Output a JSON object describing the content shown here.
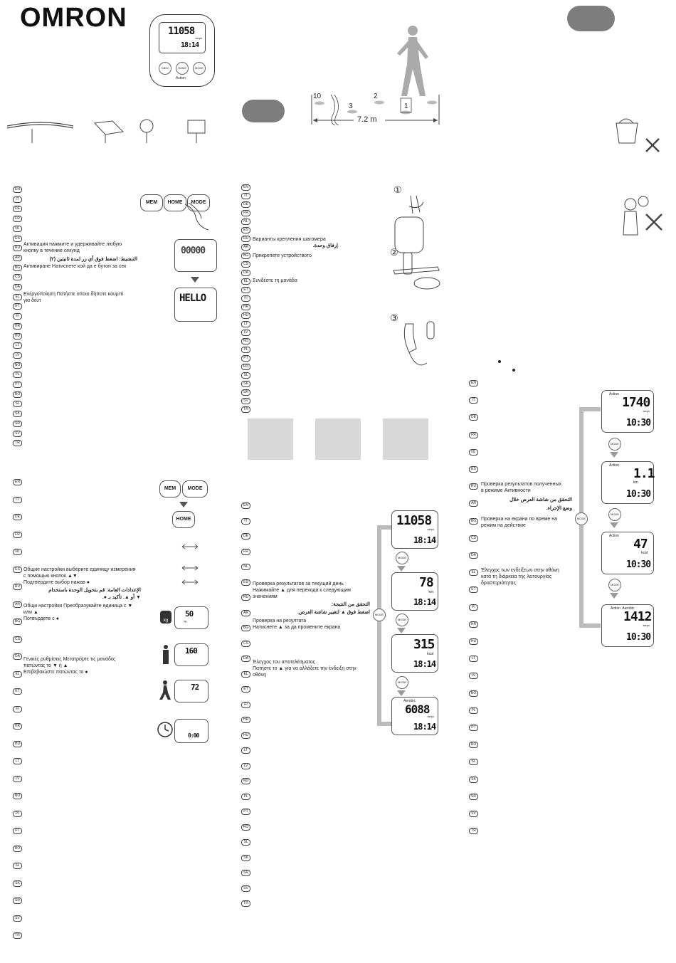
{
  "brand": "OMRON",
  "device": {
    "steps_value": "11058",
    "steps_unit": "steps",
    "time": "18:14",
    "btn_mem": "MEM",
    "btn_home": "HOME",
    "btn_mode": "MODE",
    "label_action": "Action"
  },
  "stride": {
    "markers": [
      "10",
      "3",
      "2",
      "1"
    ],
    "distance": "7.2 m"
  },
  "lang_codes": [
    "EN",
    "IT",
    "DE",
    "FR",
    "NL",
    "ES",
    "RU",
    "AR",
    "BG",
    "CS",
    "DA",
    "EL",
    "ET",
    "FI",
    "HR",
    "HU",
    "LT",
    "LV",
    "NO",
    "PL",
    "PT",
    "RO",
    "SL",
    "SK",
    "SR",
    "SV",
    "TR"
  ],
  "section1": {
    "ru": "Активация  нажмите и удерживайте любую",
    "ru2": "кнопку в течение    секунд",
    "ar": "التنشيط: اضغط فوق أي زر لمدة ثانيتين (٢)",
    "bg": "Активиране  Натиснете кой да е бутон за    сек",
    "el": "Ενεργοποίηση  Πατήστε οποιο  δήποτε κουμπί",
    "el2": "για    δευτ",
    "screen1": "00000",
    "screen2": "HELLO",
    "btns": [
      "MEM",
      "HOME",
      "MODE"
    ]
  },
  "section2": {
    "ru": "Варианты крепления шагомера",
    "ar": "إرفاق وحدة.",
    "bg": "Прикрепете устройството",
    "el": "Συνδέστε τη μονάδα",
    "steps": [
      "①",
      "②",
      "③"
    ]
  },
  "section3": {
    "ru": "Общие настройки  выберите единицу измерения",
    "ru2": "с помощью кнопок ▲▼",
    "ru3": "Подтвердите выбор  нажав ●",
    "ar": "الإعدادات العامة: قم بتحويل الوحدة باستخدام",
    "ar2": "▼ أو ▲. تأكيد بـ ●.",
    "bg": "Общи настройки  Преобразувайте единица с ▼",
    "bg2": "или ▲",
    "bg3": "Потвърдете с  ●",
    "el": "Γενικές ρυθμίσεις  Μετατρέψτε τις μονάδες",
    "el2": "πατώντας το ▼ ή ▲",
    "el3": "Επιβεβαιώστε πατώντας το ●",
    "btns": [
      "MEM",
      "MODE",
      "HOME"
    ],
    "weight": "50",
    "weight_unit": "kg",
    "height": "160",
    "stride": "72",
    "clock": "0:00"
  },
  "section4": {
    "ru": "Проверка результатов за текущий день",
    "ru2": "Нажимайте ▲ для перехода к следующим",
    "ru3": "значениям",
    "ar": "التحقق من النتيجة:",
    "ar2": "اضغط فوق ▲ لتغيير شاشة العرض.",
    "bg": "Проверка на резултата",
    "bg2": "Натиснете ▲ за да промените екрана",
    "el": "Έλεγχος του αποτελέσματος",
    "el2": "Πατήστε το ▲ για να αλλάξετε την ένδειξη στην",
    "el3": "οθόνη",
    "screens": [
      {
        "value": "11058",
        "unit": "steps",
        "time": "18:14"
      },
      {
        "value": "78",
        "unit": "km",
        "time": "18:14"
      },
      {
        "value": "315",
        "unit": "kcal",
        "time": "18:14"
      },
      {
        "value": "6088",
        "unit": "steps",
        "time": "18:14",
        "label": "Aerobic"
      }
    ],
    "mode": "MODE"
  },
  "section5": {
    "ru": "Проверка результатов  полученных",
    "ru2": "в режиме   Активности",
    "ar": "التحقق من شاشة العرض خلال",
    "ar2": "وضع الإجراء.",
    "bg": "Проверка на екрана по време на",
    "bg2": "режим на действие",
    "el": "Έλεγχος των ενδείξεων στην οθόνη",
    "el2": "κατά τη διάρκεια της λειτουργίας",
    "el3": "δραστηριότητας",
    "screens": [
      {
        "label": "Action",
        "value": "1740",
        "unit": "steps",
        "time": "10:30"
      },
      {
        "label": "Action",
        "value": "1.1",
        "unit": "km",
        "time": "10:30"
      },
      {
        "label": "Action",
        "value": "47",
        "unit": "kcal",
        "time": "10:30"
      },
      {
        "label": "Action  Aerobic",
        "value": "1412",
        "unit": "steps",
        "time": "10:30"
      }
    ],
    "mode": "MODE"
  }
}
